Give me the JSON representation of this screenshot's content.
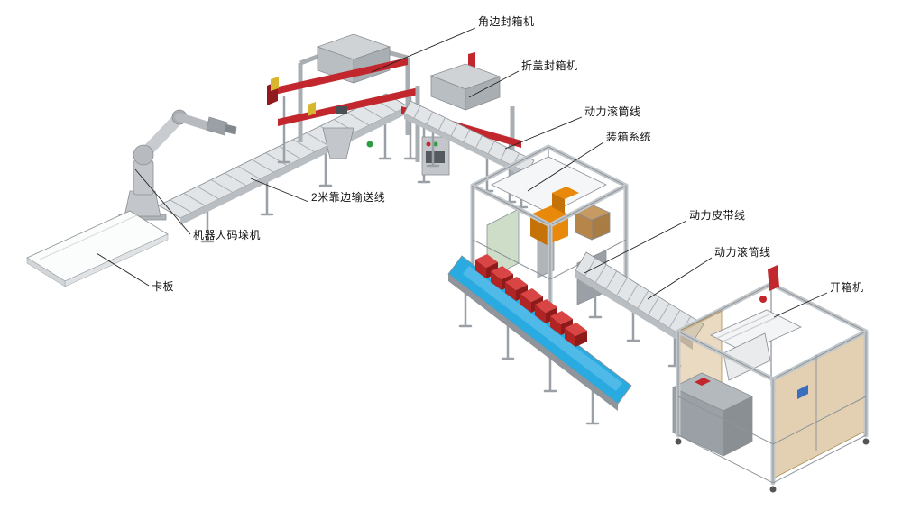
{
  "figure": {
    "background": "#ffffff",
    "description_visible_text_only": true
  },
  "colors": {
    "machine_red": "#c1272d",
    "machine_red_dark": "#8f1b1f",
    "belt_blue": "#29abe2",
    "box_red_top": "#d94444",
    "box_red_front": "#b02424",
    "box_red_side": "#8f1a1a",
    "box_orange": "#e8890b",
    "box_orange_dark": "#c57208",
    "panel_tan": "#c7a265",
    "cardboard": "#c79a62",
    "safety_yellow": "#d8b72e",
    "frame_light": "#e2e5e8",
    "frame_mid": "#c3c7cb",
    "frame_dark": "#9aa0a5",
    "green_accent": "#2e9e44",
    "label_color": "#111111"
  },
  "labels": [
    {
      "id": "corner-sealer",
      "text": "角边封箱机"
    },
    {
      "id": "flap-sealer",
      "text": "折盖封箱机"
    },
    {
      "id": "power-roller-line-top",
      "text": "动力滚筒线"
    },
    {
      "id": "packing-system",
      "text": "装箱系统"
    },
    {
      "id": "power-belt-line",
      "text": "动力皮带线"
    },
    {
      "id": "power-roller-line-right",
      "text": "动力滚筒线"
    },
    {
      "id": "case-opener",
      "text": "开箱机"
    },
    {
      "id": "edge-conveyor-2m",
      "text": "2米靠边输送线"
    },
    {
      "id": "robot-palletizer",
      "text": "机器人码垛机"
    },
    {
      "id": "pallet",
      "text": "卡板"
    }
  ]
}
